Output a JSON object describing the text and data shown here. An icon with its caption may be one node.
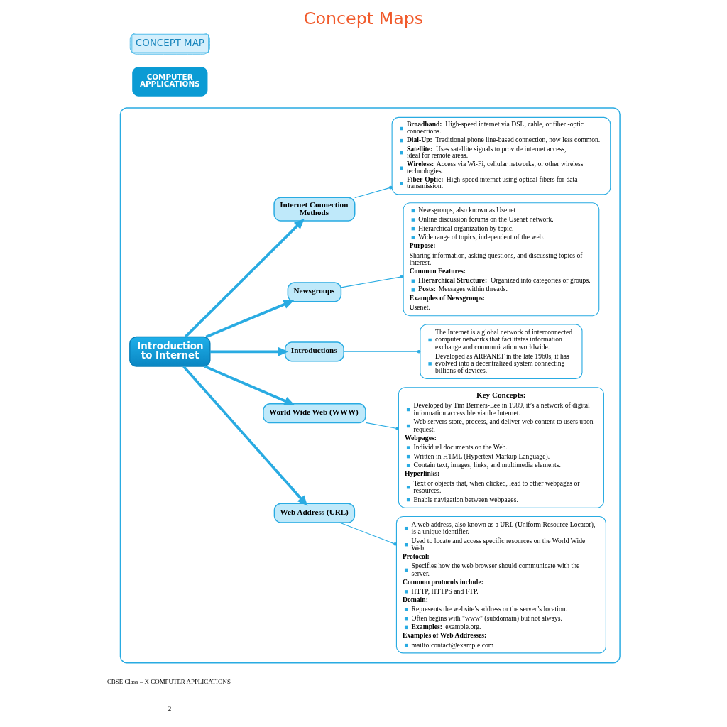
{
  "diagram": {
    "title": "Concept Maps",
    "nodes": [
      {
        "text": [],
        "shape": "box"
      },
      {
        "text": [
          "Introduction to Internet"
        ],
        "in": 0
      },
      {
        "text": [
          "Web Address (URL)"
        ],
        "in": 0
      },
      {
        "text": [
          "A web address, also known as a URL (Uniform Resource Locator), is a unique identifier.",
          "Used to locate and access specific resources on the World Wide Web.",
          "Protocol:",
          "Specifies how the web browser should communicate with the server.",
          "Common protocols include:",
          "HTTP, HTTPS and FTP.",
          "Domain:",
          "Represents the website’s address or the server’s location.",
          "Often begins with \"www\" (subdomain) but not always.",
          "**Examples:** example.org.",
          "Examples of Web Addresses:",
          "mailto:contact@example.com"
        ],
        "in": 0
      },
      {
        "text": [
          "World Wide Web (WWW)"
        ],
        "in": 0
      },
      {
        "text": [
          "Key Concepts:",
          "Developed by Tim Berners-Lee in 1989, it’s a network of digital information accessible via the Internet.",
          "Web servers store, process, and deliver web content to users upon request.",
          "Webpages:",
          "Individual documents on the Web.",
          "Written in HTML (Hypertext Markup Language).",
          "Contain text, images, links, and multimedia elements.",
          "Hyperlinks:",
          "Text or objects that, when clicked, lead to other webpages or resources.",
          "Enable navigation between webpages."
        ],
        "in": 0
      },
      {
        "text": [
          "Introductions"
        ],
        "in": 0
      },
      {
        "text": [
          "The Internet is a global network of interconnected computer networks that facilitates information exchange and communication worldwide.",
          "Developed as ARPANET in the late 1960s, it has evolved into a decentralized system connecting billions of devices."
        ],
        "in": 0
      },
      {
        "text": [
          "Newsgroups"
        ],
        "in": 0
      },
      {
        "text": [
          "Newsgroups, also known as Usenet",
          "Online discussion forums on the Usenet network.",
          "Hierarchical organization by topic.",
          "Wide range of topics, independent of the web.",
          "Purpose:",
          "Sharing information, asking questions, and discussing topics of interest.",
          "Common Features:",
          "**Hierarchical Structure:** Organized into categories or groups.",
          "**Posts:** Messages within threads.",
          "Examples of Newsgroups:",
          "Usenet."
        ],
        "in": 0
      },
      {
        "text": [
          "Internet Connection Methods"
        ],
        "in": 0
      },
      {
        "text": [
          "**Broadband:** High-speed internet via DSL, cable, or fiber -optic connections.",
          "**Dial-Up:** Traditional phone line-based connection, now less common.",
          "**Satellite:** Uses satellite signals to provide internet access, ideal for remote areas.",
          "**Wireless:** Access via Wi-Fi, cellular networks, or other wireless technologies.",
          "**Fiber-Optic:** High-speed internet using optical fibers for data transmission."
        ],
        "in": 0
      }
    ],
    "edges": [
      {
        "from": 1,
        "to": 2,
        "arrow": "to",
        "style": "thick"
      },
      {
        "from": 2,
        "to": 3,
        "arrow": "other"
      },
      {
        "from": 1,
        "to": 4,
        "arrow": "to",
        "style": "thick"
      },
      {
        "from": 4,
        "to": 5,
        "arrow": "other"
      },
      {
        "from": 1,
        "to": 6,
        "arrow": "to",
        "style": "thick"
      },
      {
        "from": 6,
        "to": 7,
        "arrow": "other"
      },
      {
        "from": 1,
        "to": 8,
        "arrow": "to",
        "style": "thick"
      },
      {
        "from": 8,
        "to": 9,
        "arrow": "other"
      },
      {
        "from": 1,
        "to": 10,
        "arrow": "to",
        "style": "thick"
      },
      {
        "from": 10,
        "to": 11,
        "arrow": "other"
      }
    ],
    "labels": [
      "CONCEPT MAP",
      "COMPUTER APPLICATIONS",
      "CBSE Class – X COMPUTER APPLICATIONS",
      "2"
    ]
  }
}
